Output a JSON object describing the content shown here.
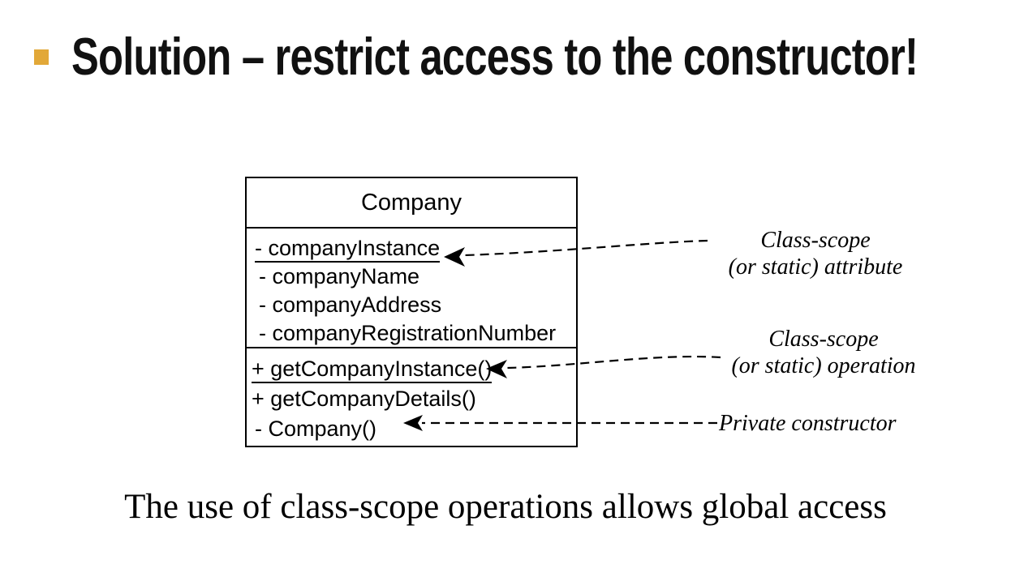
{
  "slide": {
    "title": "Solution – restrict access to the constructor!",
    "caption": "The use of class-scope operations allows global access",
    "accent_color": "#E2A838",
    "text_color": "#000000"
  },
  "uml_class": {
    "name": "Company",
    "attributes": [
      "- companyInstance",
      "- companyName",
      "- companyAddress",
      "- companyRegistrationNumber"
    ],
    "operations": [
      "+ getCompanyInstance()",
      "+ getCompanyDetails()",
      "- Company()"
    ]
  },
  "annotations": {
    "attribute": {
      "line1": "Class-scope",
      "line2": "(or static) attribute"
    },
    "operation": {
      "line1": "Class-scope",
      "line2": "(or static) operation"
    },
    "constructor": {
      "line1": "Private constructor"
    }
  }
}
